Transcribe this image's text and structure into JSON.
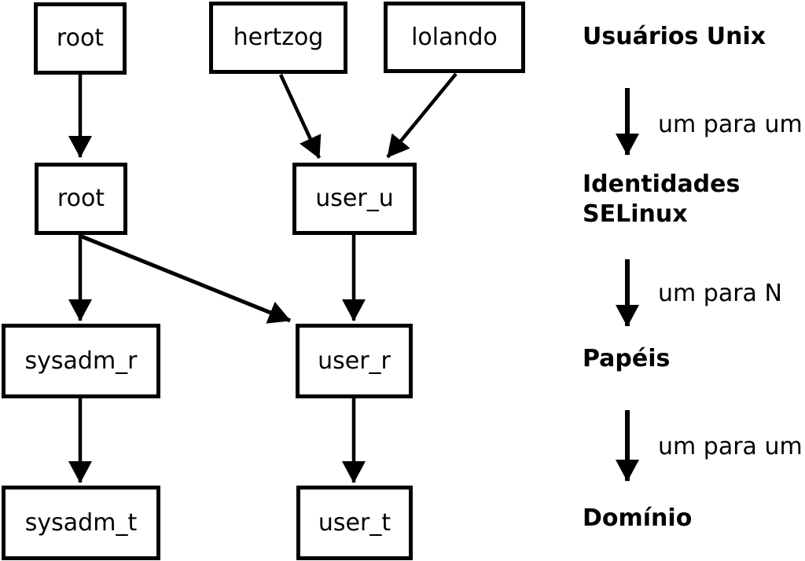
{
  "diagram": {
    "nodes": [
      {
        "id": "unix-root",
        "label": "root"
      },
      {
        "id": "unix-hertzog",
        "label": "hertzog"
      },
      {
        "id": "unix-lolando",
        "label": "lolando"
      },
      {
        "id": "selinux-root",
        "label": "root"
      },
      {
        "id": "selinux-user-u",
        "label": "user_u"
      },
      {
        "id": "role-sysadm-r",
        "label": "sysadm_r"
      },
      {
        "id": "role-user-r",
        "label": "user_r"
      },
      {
        "id": "domain-sysadm-t",
        "label": "sysadm_t"
      },
      {
        "id": "domain-user-t",
        "label": "user_t"
      }
    ],
    "edges": [
      {
        "from": "unix-root",
        "to": "selinux-root"
      },
      {
        "from": "unix-hertzog",
        "to": "selinux-user-u"
      },
      {
        "from": "unix-lolando",
        "to": "selinux-user-u"
      },
      {
        "from": "selinux-root",
        "to": "role-sysadm-r"
      },
      {
        "from": "selinux-root",
        "to": "role-user-r"
      },
      {
        "from": "selinux-user-u",
        "to": "role-user-r"
      },
      {
        "from": "role-sysadm-r",
        "to": "domain-sysadm-t"
      },
      {
        "from": "role-user-r",
        "to": "domain-user-t"
      }
    ],
    "legend": {
      "levels": [
        "Usuários Unix",
        "Identidades SELinux",
        "Papéis",
        "Domínio"
      ],
      "relations": [
        "um para um",
        "um para N",
        "um para um"
      ]
    },
    "colors": {
      "foreground": "#000000",
      "background": "#ffffff"
    }
  }
}
